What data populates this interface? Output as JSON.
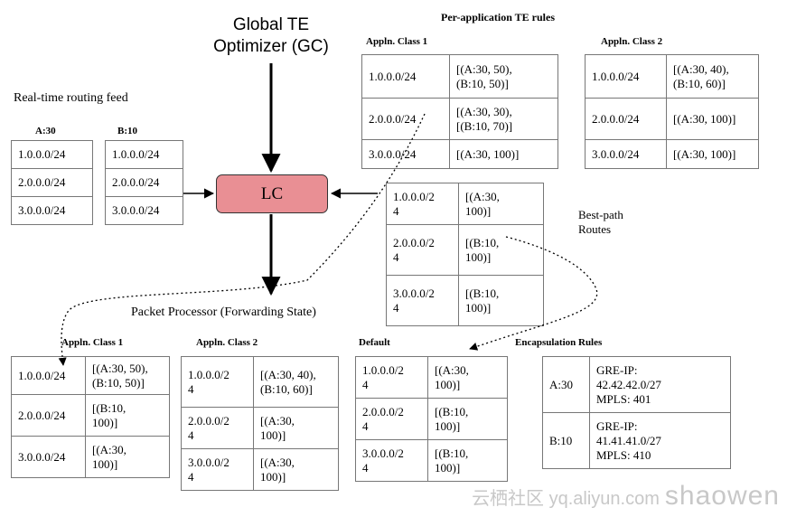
{
  "gc_title_line1": "Global TE",
  "gc_title_line2": "Optimizer (GC)",
  "routing_feed_label": "Real-time routing feed",
  "per_app_title": "Per-application TE rules",
  "lc_label": "LC",
  "packet_processor_label": "Packet Processor (Forwarding State)",
  "best_path_label": "Best-path\nRoutes",
  "feed_a": {
    "title": "A:30",
    "rows": [
      [
        "1.0.0.0/24"
      ],
      [
        "2.0.0.0/24"
      ],
      [
        "3.0.0.0/24"
      ]
    ]
  },
  "feed_b": {
    "title": "B:10",
    "rows": [
      [
        "1.0.0.0/24"
      ],
      [
        "2.0.0.0/24"
      ],
      [
        "3.0.0.0/24"
      ]
    ]
  },
  "te_class1": {
    "title": "Appln. Class 1",
    "rows": [
      [
        "1.0.0.0/24",
        "[(A:30, 50),\n(B:10, 50)]"
      ],
      [
        "2.0.0.0/24",
        "[(A:30, 30),\n[(B:10, 70)]"
      ],
      [
        "3.0.0.0/24",
        "[(A:30, 100)]"
      ]
    ]
  },
  "te_class2": {
    "title": "Appln. Class 2",
    "rows": [
      [
        "1.0.0.0/24",
        "[(A:30, 40),\n(B:10, 60)]"
      ],
      [
        "2.0.0.0/24",
        "[(A:30, 100)]"
      ],
      [
        "3.0.0.0/24",
        "[(A:30, 100)]"
      ]
    ]
  },
  "best_path": {
    "rows": [
      [
        "1.0.0.0/2\n4",
        "[(A:30,\n100)]"
      ],
      [
        "2.0.0.0/2\n4",
        "[(B:10,\n100)]"
      ],
      [
        "3.0.0.0/2\n4",
        "[(B:10,\n100)]"
      ]
    ]
  },
  "fwd_class1": {
    "title": "Appln. Class 1",
    "rows": [
      [
        "1.0.0.0/24",
        "[(A:30, 50),\n(B:10, 50)]"
      ],
      [
        "2.0.0.0/24",
        "[(B:10,\n100)]"
      ],
      [
        "3.0.0.0/24",
        "[(A:30,\n100)]"
      ]
    ]
  },
  "fwd_class2": {
    "title": "Appln. Class 2",
    "rows": [
      [
        "1.0.0.0/2\n4",
        "[(A:30, 40),\n(B:10, 60)]"
      ],
      [
        "2.0.0.0/2\n4",
        "[(A:30,\n100)]"
      ],
      [
        "3.0.0.0/2\n4",
        "[(A:30,\n100)]"
      ]
    ]
  },
  "fwd_default": {
    "title": "Default",
    "rows": [
      [
        "1.0.0.0/2\n4",
        "[(A:30,\n100)]"
      ],
      [
        "2.0.0.0/2\n4",
        "[(B:10,\n100)]"
      ],
      [
        "3.0.0.0/2\n4",
        "[(B:10,\n100)]"
      ]
    ]
  },
  "encap": {
    "title": "Encapsulation Rules",
    "rows": [
      [
        "A:30",
        "GRE-IP:\n42.42.42.0/27\nMPLS: 401"
      ],
      [
        "B:10",
        "GRE-IP:\n41.41.41.0/27\nMPLS: 410"
      ]
    ]
  },
  "watermark_cn": "云栖社区 yq.aliyun.com",
  "watermark_big": "shaowen",
  "colors": {
    "lc_fill": "#e98f94",
    "border": "#777777",
    "watermark": "#c8c8c8"
  }
}
